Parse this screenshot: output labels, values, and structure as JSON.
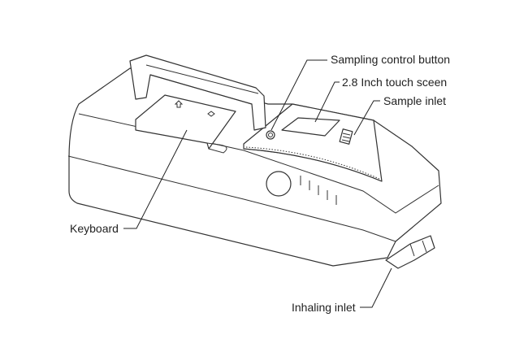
{
  "labels": {
    "sampling_control_button": "Sampling control button",
    "touch_screen": "2.8 Inch touch sceen",
    "sample_inlet": "Sample inlet",
    "keyboard": "Keyboard",
    "inhaling_inlet": "Inhaling inlet"
  }
}
